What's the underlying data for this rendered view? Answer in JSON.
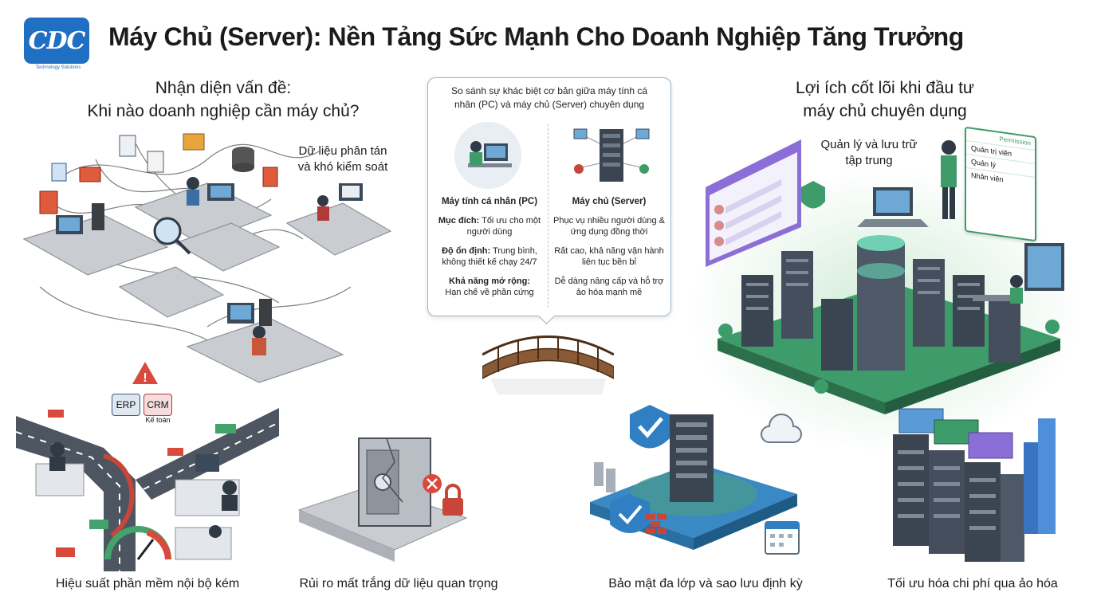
{
  "header": {
    "logo_text": "CDC",
    "logo_tagline": "Technology Solutions",
    "title": "Máy Chủ (Server): Nền Tảng Sức Mạnh Cho Doanh Nghiệp Tăng Trưởng"
  },
  "left": {
    "title_line1": "Nhận diện vấn đề:",
    "title_line2": "Khi nào doanh nghiệp cần máy chủ?",
    "data_label_line1": "Dữ liệu phân tán",
    "data_label_line2": "và khó kiểm soát",
    "app_tags": [
      "ERP",
      "CRM"
    ],
    "app_sub": "Kế toán",
    "caption_performance": "Hiệu suất phần mềm nội bộ kém",
    "caption_risk": "Rủi ro mất trắng dữ liệu quan trọng"
  },
  "compare": {
    "heading_line1": "So sánh sự khác biệt cơ bản giữa máy tính cá",
    "heading_line2": "nhân (PC) và máy chủ (Server) chuyên dụng",
    "pc": {
      "title": "Máy tính cá nhân (PC)",
      "purpose_label": "Mục đích:",
      "purpose_text": "Tối ưu cho một người dùng",
      "stability_label": "Độ ổn định:",
      "stability_text": "Trung bình, không thiết kế chạy 24/7",
      "scale_label": "Khả năng mở rộng:",
      "scale_text": "Hạn chế về phần cứng"
    },
    "server": {
      "title": "Máy chủ (Server)",
      "purpose_text": "Phục vụ nhiều người dùng & ứng dụng đồng thời",
      "stability_text": "Rất cao, khả năng vận hành liên tục bền bỉ",
      "scale_text": "Dễ dàng nâng cấp và hỗ trợ ảo hóa mạnh mẽ"
    }
  },
  "right": {
    "title_line1": "Lợi ích cốt lõi khi đầu tư",
    "title_line2": "máy chủ chuyên dụng",
    "central_label_line1": "Quản lý và lưu trữ",
    "central_label_line2": "tập trung",
    "permissions": [
      "Quản trị viên",
      "Quản lý",
      "Nhân viên"
    ],
    "permission_header": "Permission",
    "caption_security": "Bảo mật đa lớp và sao lưu định kỳ",
    "caption_cost": "Tối ưu hóa chi phí qua ảo hóa"
  },
  "colors": {
    "brand_blue": "#1f6fc2",
    "server_green": "#3f9b6b",
    "alert_red": "#d94a3d",
    "slab_gray": "#c9ccd1"
  }
}
